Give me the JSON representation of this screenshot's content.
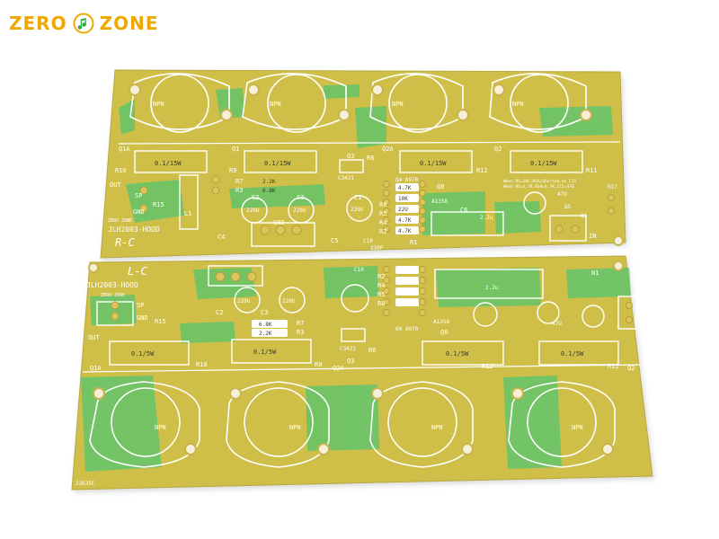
{
  "logo": {
    "word1": "ZERO",
    "word2": "ZONE",
    "mark_icon": "music-note-circle-icon",
    "color": "#f0a800"
  },
  "colors": {
    "board": "#cfc04a",
    "copper_green": "#62c46a",
    "pad": "#d9c25a",
    "silk": "#ffffff"
  },
  "top_board": {
    "transistor_labels": [
      "NPN",
      "NPN",
      "NPN",
      "NPN"
    ],
    "ref_labels": [
      "Q1A",
      "Q1",
      "Q2A",
      "Q2"
    ],
    "resistor_values": [
      "0.1/15W",
      "0.1/15W",
      "0.1/15W",
      "0.1/15W"
    ],
    "resistor_refs": [
      "R10",
      "R9",
      "R12",
      "R11"
    ],
    "title": "JLH2003-HOOD",
    "channel": "R-C",
    "misc": [
      "OUT",
      "SP",
      "GND",
      "R15",
      "L1",
      "R7",
      "R3",
      "C2",
      "C3",
      "220U",
      "220U",
      "GND",
      "C4",
      "C5",
      "2.2K",
      "6.8K",
      "Q3",
      "C3421",
      "R6",
      "C1",
      "220U",
      "R8",
      "R5",
      "R4",
      "R2",
      "R1",
      "4.7K",
      "10K",
      "22U",
      "4.7K",
      "4.7K",
      "C10",
      "330P",
      "Q4 A970",
      "A1358",
      "Q8",
      "C6",
      "2.2u",
      "47U",
      "IN",
      "R17",
      "Q5",
      "Q6",
      "ZERO ZONE"
    ],
    "note": "When RS=10C,RSA=Shorted,no C15",
    "note2": "When RS=4.7K,RSA=4.7K,C15=47U"
  },
  "bottom_board": {
    "transistor_labels": [
      "NPN",
      "NPN",
      "NPN",
      "NPN"
    ],
    "ref_labels": [
      "Q1A",
      "Q2A",
      "Q2"
    ],
    "resistor_values": [
      "0.1/5W",
      "0.1/5W",
      "0.1/5W",
      "0.1/5W"
    ],
    "resistor_refs": [
      "R10",
      "R9",
      "R12",
      "R11"
    ],
    "title": "JLH2003-HOOD",
    "channel": "L-C",
    "serial": "23635C",
    "misc": [
      "OUT",
      "SP",
      "GND",
      "R15",
      "C2",
      "C3",
      "220U",
      "220U",
      "R7",
      "R3",
      "6.8K",
      "2.2K",
      "C3421",
      "Q3",
      "R6",
      "C10",
      "R8",
      "R5",
      "R4",
      "R2",
      "Q4 A970",
      "A1358",
      "Q8",
      "2.2u",
      "47U",
      "N1",
      "ZERO ZONE"
    ]
  }
}
